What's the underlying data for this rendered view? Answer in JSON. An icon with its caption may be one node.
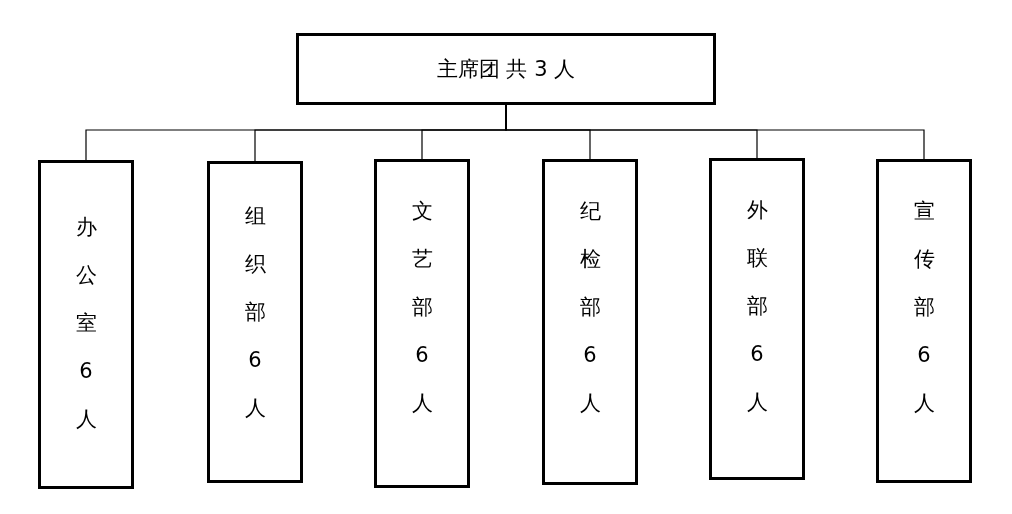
{
  "diagram": {
    "nodes": [
      {
        "text": [
          "主席团 共 3 人"
        ]
      },
      {
        "text": [
          "办公室6人"
        ]
      },
      {
        "text": [
          "组织部6人"
        ]
      },
      {
        "text": [
          "文艺部6人"
        ]
      },
      {
        "text": [
          "纪检部6人"
        ]
      },
      {
        "text": [
          "外联部6人"
        ]
      },
      {
        "text": [
          "宣传部6人"
        ]
      }
    ],
    "edges": [
      {
        "from": 0,
        "to": 1,
        "arrow": "none"
      },
      {
        "from": 0,
        "to": 2,
        "arrow": "none"
      },
      {
        "from": 0,
        "to": 3,
        "arrow": "none"
      },
      {
        "from": 0,
        "to": 4,
        "arrow": "none"
      },
      {
        "from": 0,
        "to": 5,
        "arrow": "none"
      },
      {
        "from": 0,
        "to": 6,
        "arrow": "none"
      }
    ]
  }
}
